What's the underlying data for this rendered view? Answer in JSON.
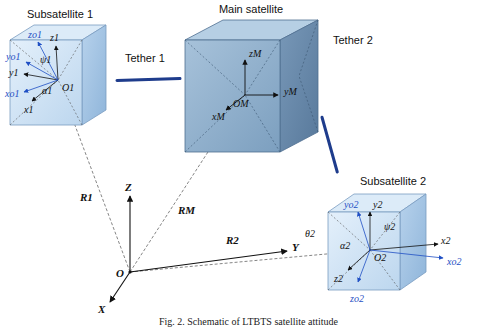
{
  "diagram": {
    "caption": "Fig. 2. Schematic of LTBTS satellite attitude",
    "nodes": [
      {
        "text": [
          "Subsatellite 1"
        ]
      },
      {
        "text": [
          "Main satellite"
        ]
      },
      {
        "text": [
          "Subsatellite 2"
        ]
      }
    ],
    "edges": [
      {
        "from": 0,
        "to": 1,
        "label": "Tether 1",
        "arrow": "none"
      },
      {
        "from": 1,
        "to": 2,
        "label": "Tether 2",
        "arrow": "none"
      }
    ],
    "labels": [
      "zo1",
      "z1",
      "yo1",
      "ψ1",
      "y1",
      "O1",
      "α1",
      "xo1",
      "x1",
      "zM",
      "yM",
      "OM",
      "xM",
      "yo2",
      "y2",
      "ψ2",
      "θ2",
      "α2",
      "O2",
      "x2",
      "xo2",
      "z2",
      "zo2",
      "Z",
      "Y",
      "X",
      "O",
      "R1",
      "RM",
      "R2"
    ]
  }
}
